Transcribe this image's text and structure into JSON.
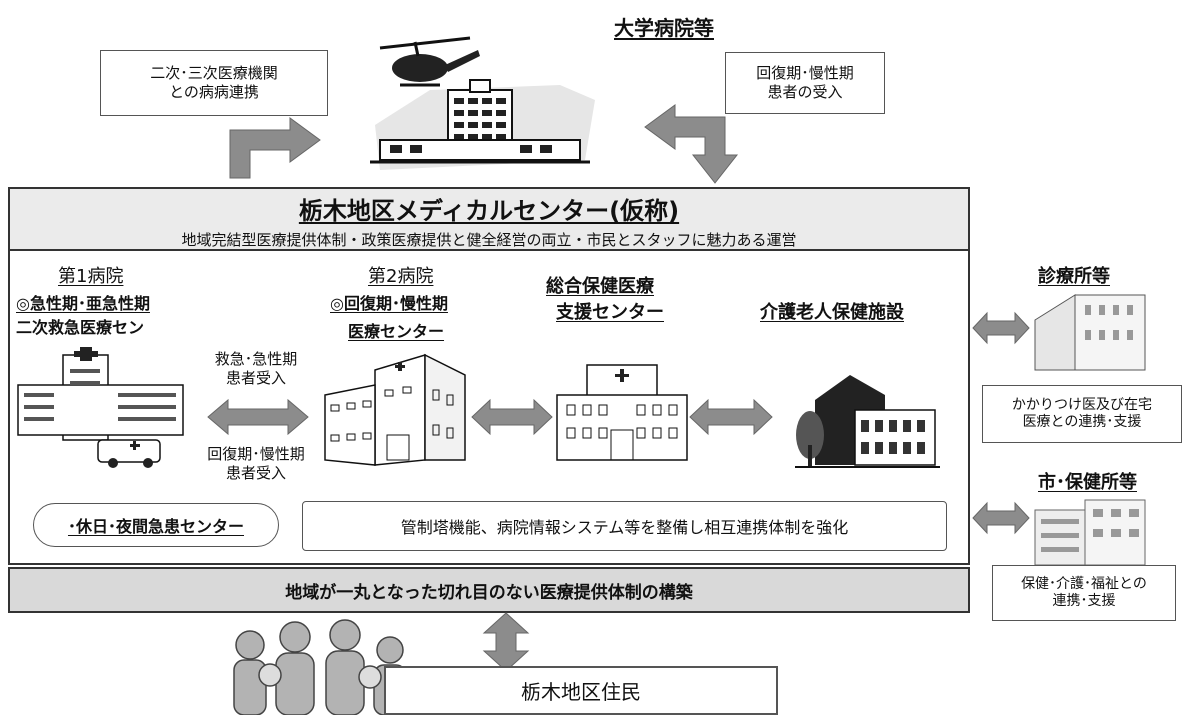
{
  "top": {
    "university_label": "大学病院等",
    "left_note": [
      "二次･三次医療機関",
      "との病病連携"
    ],
    "right_note": [
      "回復期･慢性期",
      "患者の受入"
    ]
  },
  "center": {
    "title": "栃木地区メディカルセンター(仮称)",
    "subtitle": "地域完結型医療提供体制・政策医療提供と健全経営の両立・市民とスタッフに魅力ある運営"
  },
  "hospital1": {
    "name": "第1病院",
    "line1": "◎急性期･亜急性期",
    "line2": "二次救急医療セン"
  },
  "hospital2": {
    "name": "第2病院",
    "line1": "◎回復期･慢性期",
    "line2": "医療センター"
  },
  "health_support": {
    "line1": "総合保健医療",
    "line2": "支援センター"
  },
  "nursing": {
    "name": "介護老人保健施設"
  },
  "transfer": {
    "top": [
      "救急･急性期",
      "患者受入"
    ],
    "bottom": [
      "回復期･慢性期",
      "患者受入"
    ]
  },
  "emergency_center": "･休日･夜間急患センター",
  "control_tower": "管制塔機能、病院情報システム等を整備し相互連携体制を強化",
  "clinic": {
    "label": "診療所等",
    "note": [
      "かかりつけ医及び在宅",
      "医療との連携･支援"
    ]
  },
  "city": {
    "label": "市･保健所等",
    "note": [
      "保健･介護･福祉との",
      "連携･支援"
    ]
  },
  "bottom_bar": "地域が一丸となった切れ目のない医療提供体制の構築",
  "residents": "栃木地区住民",
  "colors": {
    "arrow": "#8c8c8c",
    "bar_fill": "#d9d9d9",
    "frame": "#333333"
  }
}
